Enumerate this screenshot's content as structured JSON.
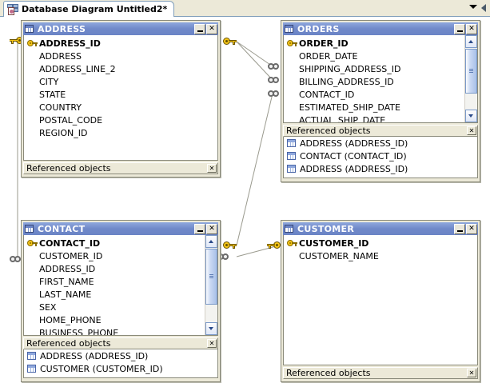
{
  "window": {
    "tab": {
      "label": "Database Diagram Untitled2*",
      "icon": "diagram-icon",
      "menu_icon": "chevron-down-icon",
      "close_icon": "close-panel-icon"
    }
  },
  "referenced_objects_label": "Referenced objects",
  "close_symbol": "✕",
  "tables": [
    {
      "id": "address",
      "name": "ADDRESS",
      "minimize_label": "_",
      "close_label": "✕",
      "has_scrollbar": false,
      "columns": [
        {
          "name": "ADDRESS_ID",
          "pk": true
        },
        {
          "name": "ADDRESS",
          "pk": false
        },
        {
          "name": "ADDRESS_LINE_2",
          "pk": false
        },
        {
          "name": "CITY",
          "pk": false
        },
        {
          "name": "STATE",
          "pk": false
        },
        {
          "name": "COUNTRY",
          "pk": false
        },
        {
          "name": "POSTAL_CODE",
          "pk": false
        },
        {
          "name": "REGION_ID",
          "pk": false
        }
      ],
      "referenced_objects": []
    },
    {
      "id": "orders",
      "name": "ORDERS",
      "minimize_label": "_",
      "close_label": "✕",
      "has_scrollbar": true,
      "columns": [
        {
          "name": "ORDER_ID",
          "pk": true
        },
        {
          "name": "ORDER_DATE",
          "pk": false
        },
        {
          "name": "SHIPPING_ADDRESS_ID",
          "pk": false
        },
        {
          "name": "BILLING_ADDRESS_ID",
          "pk": false
        },
        {
          "name": "CONTACT_ID",
          "pk": false
        },
        {
          "name": "ESTIMATED_SHIP_DATE",
          "pk": false
        },
        {
          "name": "ACTUAL_SHIP_DATE",
          "pk": false
        }
      ],
      "referenced_objects": [
        "ADDRESS (ADDRESS_ID)",
        "CONTACT (CONTACT_ID)",
        "ADDRESS (ADDRESS_ID)"
      ]
    },
    {
      "id": "contact",
      "name": "CONTACT",
      "minimize_label": "_",
      "close_label": "✕",
      "has_scrollbar": true,
      "columns": [
        {
          "name": "CONTACT_ID",
          "pk": true
        },
        {
          "name": "CUSTOMER_ID",
          "pk": false
        },
        {
          "name": "ADDRESS_ID",
          "pk": false
        },
        {
          "name": "FIRST_NAME",
          "pk": false
        },
        {
          "name": "LAST_NAME",
          "pk": false
        },
        {
          "name": "SEX",
          "pk": false
        },
        {
          "name": "HOME_PHONE",
          "pk": false
        },
        {
          "name": "BUSINESS_PHONE",
          "pk": false
        }
      ],
      "referenced_objects": [
        "ADDRESS (ADDRESS_ID)",
        "CUSTOMER (CUSTOMER_ID)"
      ]
    },
    {
      "id": "customer",
      "name": "CUSTOMER",
      "minimize_label": "_",
      "close_label": "✕",
      "has_scrollbar": false,
      "columns": [
        {
          "name": "CUSTOMER_ID",
          "pk": true
        },
        {
          "name": "CUSTOMER_NAME",
          "pk": false
        }
      ],
      "referenced_objects": []
    }
  ],
  "relationships": [
    {
      "from": "ADDRESS.ADDRESS_ID",
      "to": "ORDERS.SHIPPING_ADDRESS_ID"
    },
    {
      "from": "ADDRESS.ADDRESS_ID",
      "to": "ORDERS.BILLING_ADDRESS_ID"
    },
    {
      "from": "CONTACT.CONTACT_ID",
      "to": "ORDERS.CONTACT_ID"
    },
    {
      "from": "CUSTOMER.CUSTOMER_ID",
      "to": "CONTACT.CUSTOMER_ID"
    },
    {
      "from": "ADDRESS.ADDRESS_ID",
      "to": "CONTACT.ADDRESS_ID"
    }
  ]
}
